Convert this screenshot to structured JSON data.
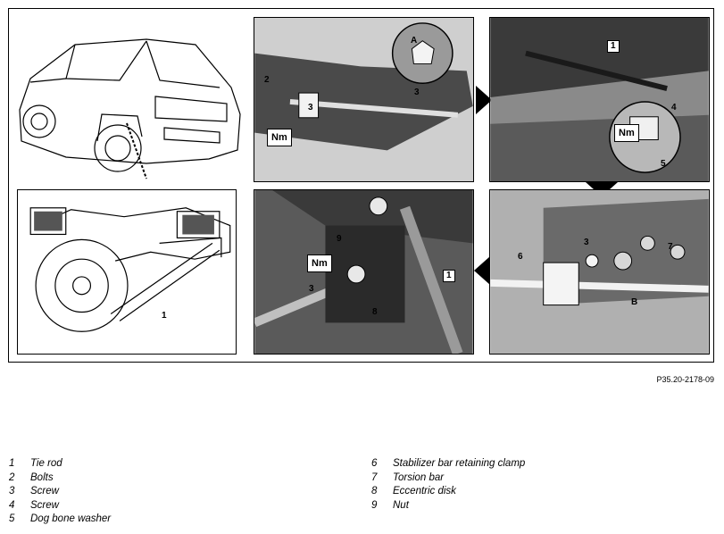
{
  "figure_code": "P35.20-2178-09",
  "callouts": {
    "car_detail": "1",
    "panel2_bolts": "2",
    "panel2_screw": "3",
    "panel2_A": "A",
    "panel2_zoom_screw": "3",
    "panel3_tie_rod": "1",
    "panel3_screw": "4",
    "panel3_washer": "5",
    "panel5_screw": "3",
    "panel5_clamp": "6",
    "panel5_torsion": "7",
    "panel5_B": "B",
    "panel4_nut": "9",
    "panel4_screw": "3",
    "panel4_disk": "8",
    "panel4_tie_rod": "1"
  },
  "nm_label": "Nm",
  "legend": {
    "left": [
      {
        "num": "1",
        "label": "Tie rod"
      },
      {
        "num": "2",
        "label": "Bolts"
      },
      {
        "num": "3",
        "label": "Screw"
      },
      {
        "num": "4",
        "label": "Screw"
      },
      {
        "num": "5",
        "label": "Dog bone washer"
      }
    ],
    "right": [
      {
        "num": "6",
        "label": "Stabilizer bar retaining clamp"
      },
      {
        "num": "7",
        "label": "Torsion bar"
      },
      {
        "num": "8",
        "label": "Eccentric disk"
      },
      {
        "num": "9",
        "label": "Nut"
      }
    ]
  }
}
